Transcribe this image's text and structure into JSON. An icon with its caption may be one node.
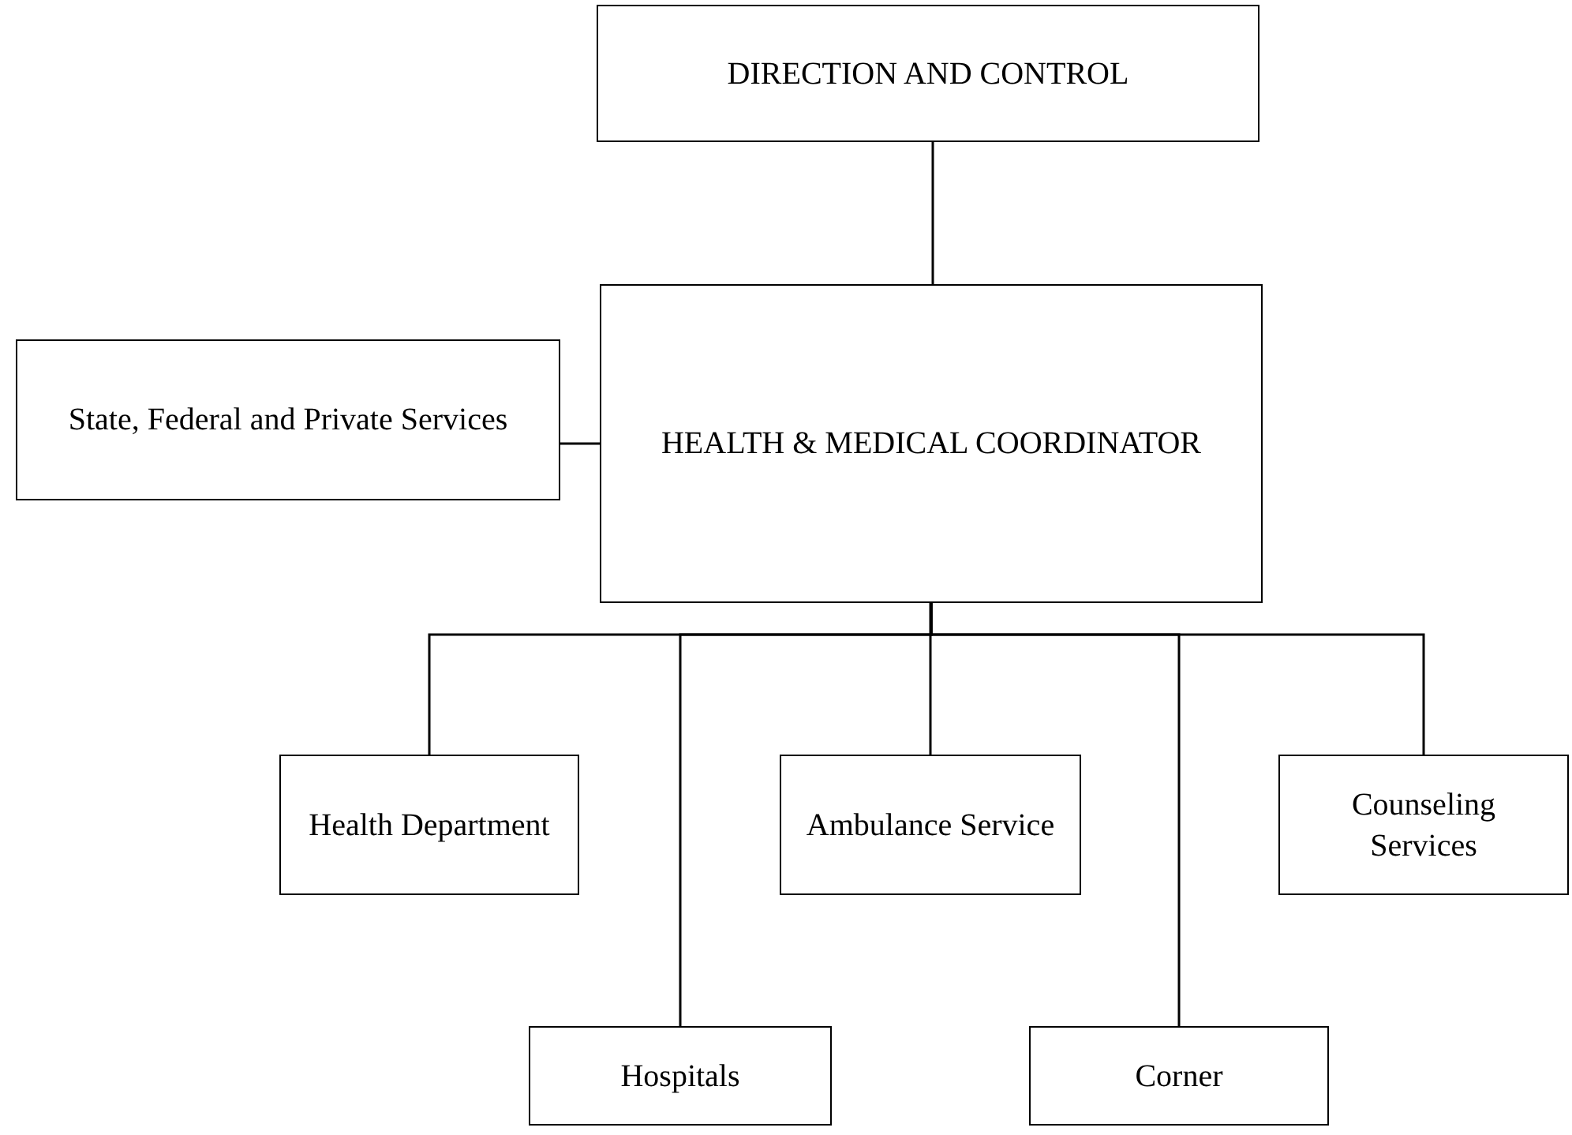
{
  "diagram": {
    "nodes": [
      {
        "text": [
          "DIRECTION AND CONTROL"
        ]
      },
      {
        "text": [
          "State, Federal and Private Services"
        ]
      },
      {
        "text": [
          "HEALTH & MEDICAL COORDINATOR"
        ]
      },
      {
        "text": [
          "Health Department"
        ]
      },
      {
        "text": [
          "Hospitals"
        ]
      },
      {
        "text": [
          "Ambulance Service"
        ]
      },
      {
        "text": [
          "Corner"
        ]
      },
      {
        "text": [
          "Counseling Services"
        ]
      }
    ],
    "edges": [
      {
        "from": 0,
        "to": 2,
        "arrow": "none"
      },
      {
        "from": 1,
        "to": 2,
        "arrow": "none"
      },
      {
        "from": 2,
        "to": 3,
        "arrow": "none"
      },
      {
        "from": 2,
        "to": 4,
        "arrow": "none"
      },
      {
        "from": 2,
        "to": 5,
        "arrow": "none"
      },
      {
        "from": 2,
        "to": 6,
        "arrow": "none"
      },
      {
        "from": 2,
        "to": 7,
        "arrow": "none"
      }
    ]
  }
}
